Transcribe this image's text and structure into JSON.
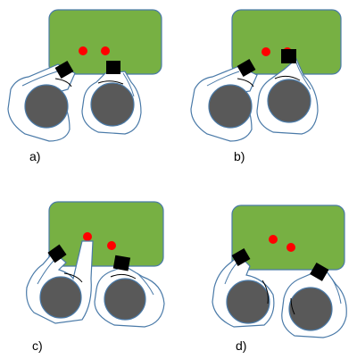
{
  "colors": {
    "table": "#77B043",
    "table_stroke": "#4A7AA8",
    "arm_fill": "#ffffff",
    "arm_stroke": "#4A7AA8",
    "head": "#595959",
    "hand": "#000000",
    "dot": "#FF0000",
    "label": "#000000"
  },
  "panels": [
    {
      "label": "a)"
    },
    {
      "label": "b)"
    },
    {
      "label": "c)"
    },
    {
      "label": "d)"
    }
  ],
  "icons": [
    "table-shape",
    "person-topdown-icon",
    "hand-marker-icon",
    "target-dot-icon"
  ]
}
